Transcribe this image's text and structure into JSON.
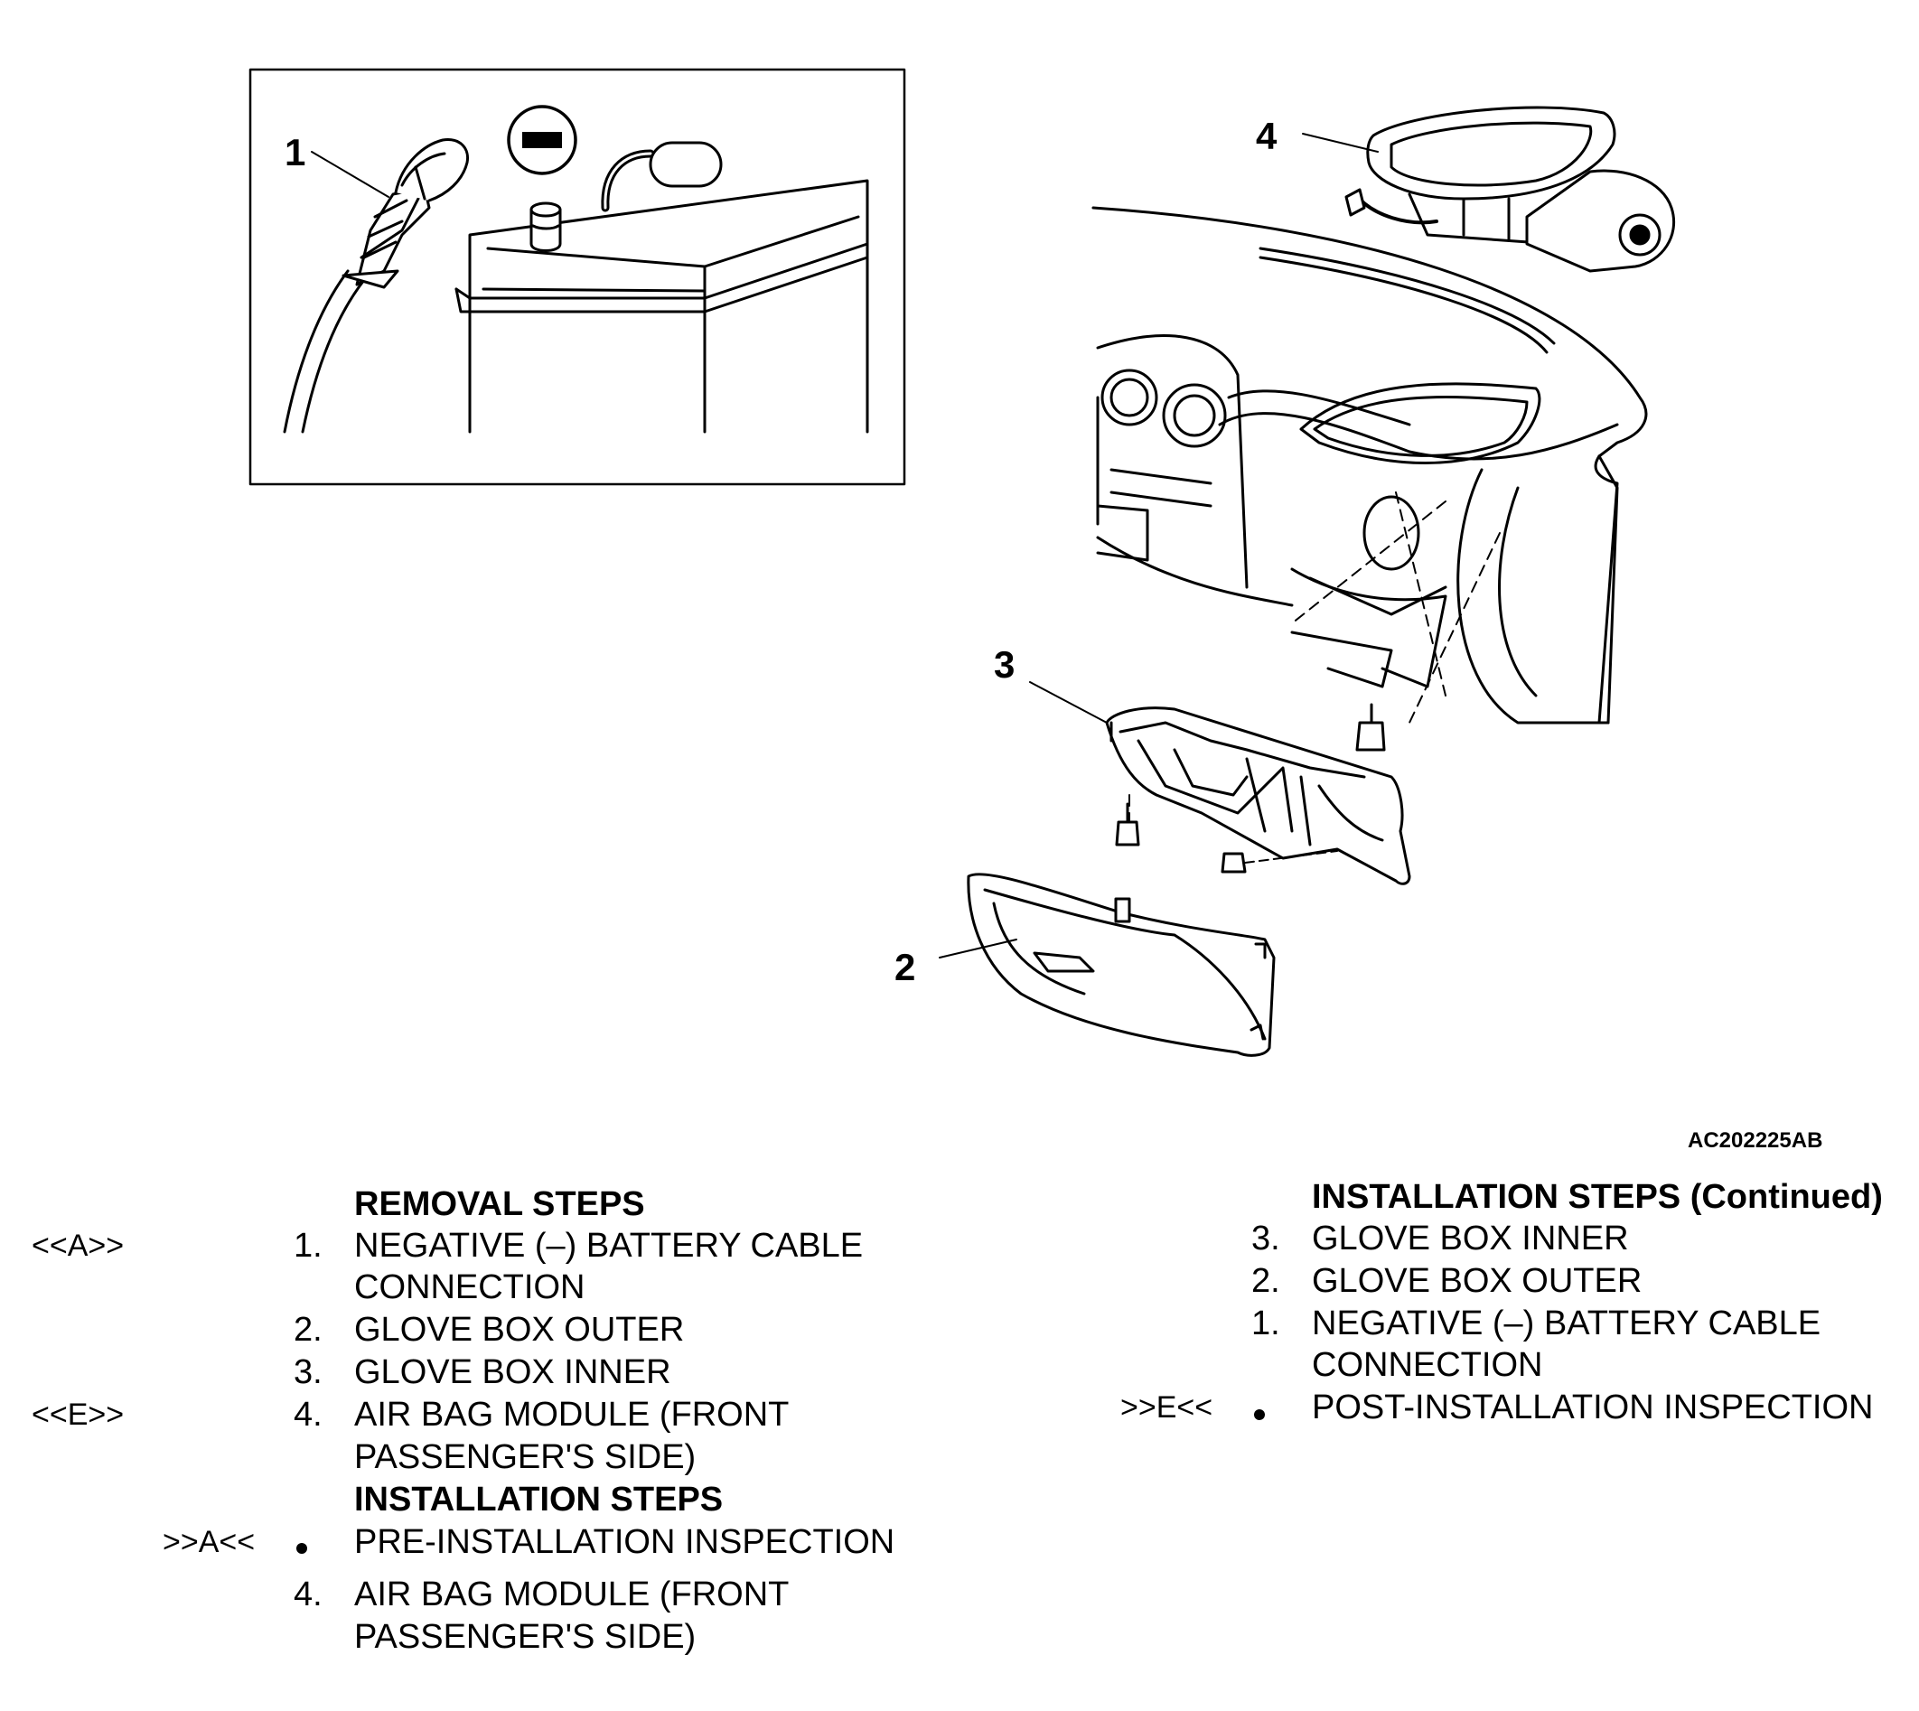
{
  "figure": {
    "callouts": [
      "1",
      "2",
      "3",
      "4"
    ],
    "battery_symbol": "negative-terminal-icon",
    "figure_id": "AC202225AB"
  },
  "removal": {
    "heading": "REMOVAL STEPS",
    "steps": [
      {
        "code": "<<A>>",
        "num": "1.",
        "lines": [
          "NEGATIVE (–) BATTERY CABLE",
          "CONNECTION"
        ]
      },
      {
        "code": "",
        "num": "2.",
        "lines": [
          "GLOVE BOX OUTER"
        ]
      },
      {
        "code": "",
        "num": "3.",
        "lines": [
          "GLOVE BOX INNER"
        ]
      },
      {
        "code": "<<E>>",
        "num": "4.",
        "lines": [
          "AIR BAG MODULE (FRONT",
          "PASSENGER'S SIDE)"
        ]
      }
    ]
  },
  "installation": {
    "heading": "INSTALLATION STEPS",
    "steps": [
      {
        "code": ">>A<<",
        "num": "•",
        "lines": [
          "PRE-INSTALLATION INSPECTION"
        ]
      },
      {
        "code": "",
        "num": "4.",
        "lines": [
          "AIR BAG MODULE (FRONT",
          "PASSENGER'S SIDE)"
        ]
      }
    ]
  },
  "installation_continued": {
    "heading": "INSTALLATION STEPS (Continued)",
    "steps": [
      {
        "code": "",
        "num": "3.",
        "lines": [
          "GLOVE BOX INNER"
        ]
      },
      {
        "code": "",
        "num": "2.",
        "lines": [
          "GLOVE BOX OUTER"
        ]
      },
      {
        "code": "",
        "num": "1.",
        "lines": [
          "NEGATIVE (–) BATTERY CABLE",
          "CONNECTION"
        ]
      },
      {
        "code": ">>E<<",
        "num": "•",
        "lines": [
          "POST-INSTALLATION INSPECTION"
        ]
      }
    ]
  }
}
